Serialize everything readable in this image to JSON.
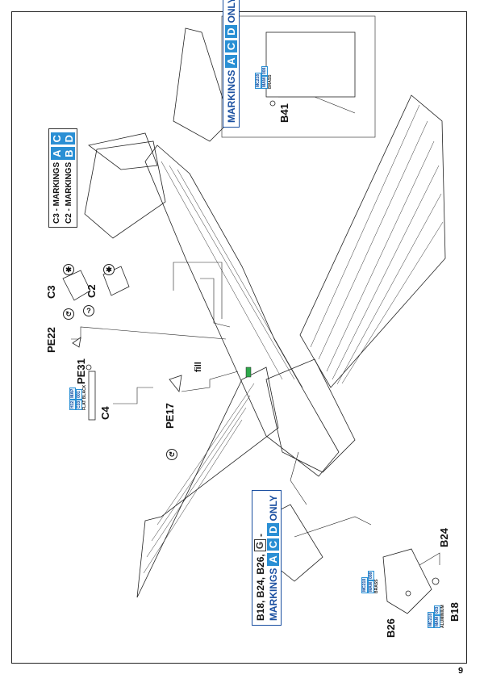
{
  "page_number": "9",
  "parts": {
    "c3": "C3",
    "c2": "C2",
    "pe22": "PE22",
    "pe31": "PE31",
    "c4": "C4",
    "pe17": "PE17",
    "fill": "fill",
    "b41": "B41",
    "b24": "B24",
    "b26": "B26",
    "b18": "B18",
    "g_marker": "G"
  },
  "variant_box": {
    "rows": [
      {
        "text": "C3 - MARKINGS",
        "letters": [
          "A",
          "C"
        ]
      },
      {
        "text": "C2 - MARKINGS",
        "letters": [
          "B",
          "D"
        ]
      }
    ]
  },
  "markings_top": {
    "prefix": "MARKINGS",
    "letters": [
      "A",
      "C",
      "D"
    ],
    "suffix": "ONLY"
  },
  "markings_bottom": {
    "line1": "B18, B24, B26,",
    "line1_letter": "G",
    "line1_suffix": "-",
    "prefix": "MARKINGS",
    "letters": [
      "A",
      "C",
      "D"
    ],
    "suffix": "ONLY"
  },
  "paint_tags": {
    "c4": {
      "codes": [
        "H12",
        "MAP"
      ],
      "codes2": [
        "C33",
        "001"
      ],
      "name": "FLAT BLACK"
    },
    "b41": {
      "codes": [
        "MC218"
      ],
      "codes2": [
        "MAM",
        "008"
      ],
      "name": "BRASS"
    },
    "b26": {
      "codes": [
        "MC218"
      ],
      "codes2": [
        "MAM",
        "008"
      ],
      "name": "BRASS"
    },
    "b18": {
      "codes": [
        "MC218"
      ],
      "codes2": [
        "MAM",
        "003"
      ],
      "name": "ALUMINIUM"
    }
  },
  "symbols": {
    "star": "✱",
    "question": "?",
    "bend": "↻"
  },
  "colors": {
    "accent_blue": "#2a8fd4",
    "outline": "#222222"
  }
}
